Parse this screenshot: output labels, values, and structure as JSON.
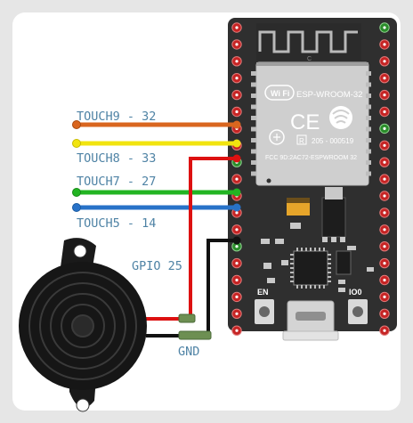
{
  "labels": {
    "touch9": "TOUCH9 - 32",
    "touch8": "TOUCH8 - 33",
    "touch7": "TOUCH7 - 27",
    "touch5": "TOUCH5 - 14",
    "gpio25": "GPIO 25",
    "gnd": "GND"
  },
  "board": {
    "module_name": "ESP-WROOM-32",
    "wifi_logo": "Wi Fi",
    "ce_mark": "CE",
    "r_mark": "R",
    "cert_number": "205 - 000519",
    "fcc_id": "FCC 9D:2AC72-ESPWROOM 32",
    "antenna_c": "C",
    "en_label": "EN",
    "io0_label": "IO0"
  },
  "colors": {
    "orange": "#d9661f",
    "yellow": "#f1e40f",
    "green": "#22b422",
    "blue": "#2872c8",
    "red": "#dd1111",
    "black": "#111111",
    "board": "#2f2f2f",
    "module": "#cfcfcf"
  },
  "icons": [
    "wifi-logo-icon",
    "ce-mark-icon",
    "weee-icon",
    "fcc-icon",
    "buzzer-icon"
  ]
}
